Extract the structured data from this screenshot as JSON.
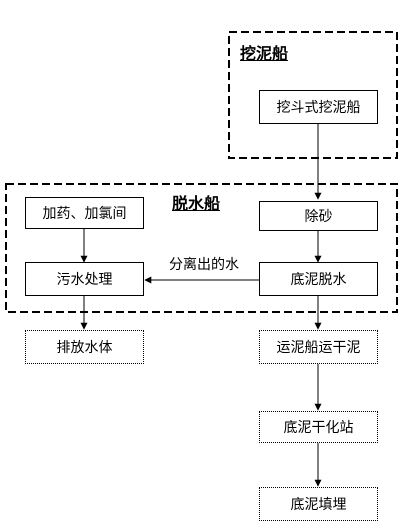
{
  "groups": {
    "dredger_ship": "挖泥船",
    "dewatering_ship": "脱水船"
  },
  "nodes": {
    "bucket_dredger": "挖斗式挖泥船",
    "dosing_chlorine_room": "加药、加氯间",
    "sand_removal": "除砂",
    "wastewater_treatment": "污水处理",
    "sludge_dewatering": "底泥脱水",
    "discharge_water": "排放水体",
    "mud_transport_ship": "运泥船运干泥",
    "sludge_drying_station": "底泥干化站",
    "sludge_landfill": "底泥填埋"
  },
  "edges": {
    "separated_water": "分离出的水"
  }
}
